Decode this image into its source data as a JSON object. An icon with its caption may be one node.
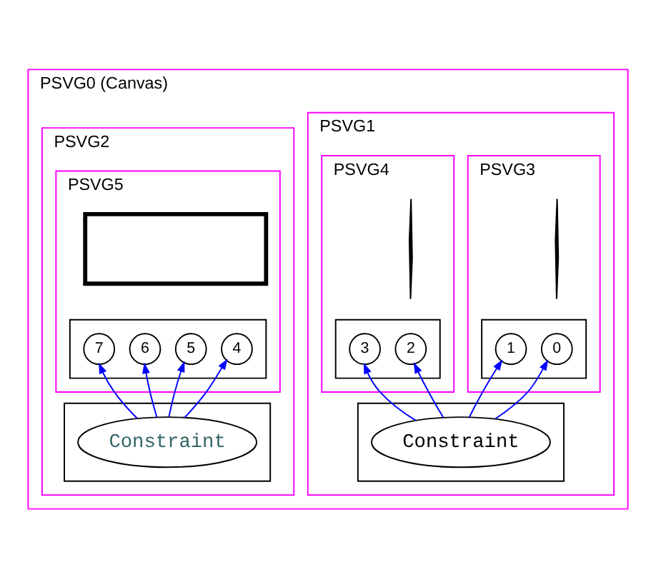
{
  "diagram": {
    "nodes": [
      {
        "text": [
          "PSVG0 (Canvas)"
        ]
      },
      {
        "text": [
          "PSVG1"
        ],
        "in": 0
      },
      {
        "text": [
          "PSVG3"
        ],
        "in": 1
      },
      {
        "text": [],
        "shape": "line",
        "in": 2
      },
      {
        "text": [],
        "shape": "box",
        "in": 2
      },
      {
        "text": [
          "0"
        ],
        "in": 4
      },
      {
        "text": [
          "1"
        ],
        "in": 4
      },
      {
        "text": [
          "PSVG4"
        ],
        "in": 1
      },
      {
        "text": [],
        "shape": "line",
        "in": 7
      },
      {
        "text": [],
        "shape": "box",
        "in": 7
      },
      {
        "text": [
          "2"
        ],
        "in": 9
      },
      {
        "text": [
          "3"
        ],
        "in": 9
      },
      {
        "text": [],
        "shape": "box",
        "in": 1
      },
      {
        "text": [
          "Constraint"
        ],
        "in": 12
      },
      {
        "text": [
          "PSVG2"
        ],
        "in": 0
      },
      {
        "text": [
          "PSVG5"
        ],
        "in": 14
      },
      {
        "text": [],
        "shape": "box",
        "in": 15
      },
      {
        "text": [],
        "shape": "box",
        "in": 15
      },
      {
        "text": [
          "4"
        ],
        "in": 17
      },
      {
        "text": [
          "5"
        ],
        "in": 17
      },
      {
        "text": [
          "6"
        ],
        "in": 17
      },
      {
        "text": [
          "7"
        ],
        "in": 17
      },
      {
        "text": [],
        "shape": "box",
        "in": 14
      },
      {
        "text": [
          "Constraint"
        ],
        "in": 22
      }
    ],
    "edges": [
      {
        "from": 13,
        "to": 5,
        "arrow": "to"
      },
      {
        "from": 13,
        "to": 6,
        "arrow": "to"
      },
      {
        "from": 13,
        "to": 10,
        "arrow": "to"
      },
      {
        "from": 13,
        "to": 11,
        "arrow": "to"
      },
      {
        "from": 23,
        "to": 18,
        "arrow": "to"
      },
      {
        "from": 23,
        "to": 19,
        "arrow": "to"
      },
      {
        "from": 23,
        "to": 20,
        "arrow": "to"
      },
      {
        "from": 23,
        "to": 21,
        "arrow": "to"
      }
    ]
  }
}
